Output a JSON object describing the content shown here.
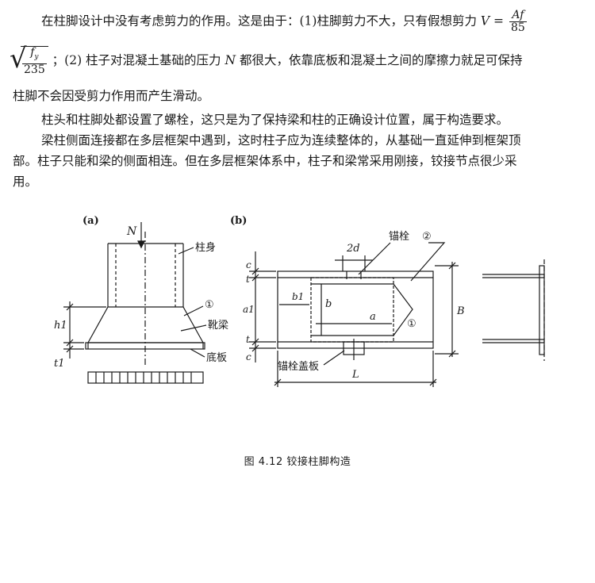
{
  "text": {
    "line1": "在柱脚设计中没有考虑剪力的作用。这是由于：(1)柱脚剪力不大，只有假想剪力",
    "line1_var": "V",
    "line1_eq": "=",
    "frac1_num": "Af",
    "frac1_den": "85",
    "frac2_num": "f",
    "frac2_sub": "y",
    "frac2_den": "235",
    "line2": "；(2) 柱子对混凝土基础的压力",
    "line2_var": "N",
    "line2_rest": "都很大，依靠底板和混凝土之间的摩擦力就足可保持",
    "line3": "柱脚不会因受剪力作用而产生滑动。",
    "para2": "柱头和柱脚处都设置了螺栓，这只是为了保持梁和柱的正确设计位置，属于构造要求。",
    "para3_a": "梁柱侧面连接都在多层框架中遇到，这时柱子应为连续整体的，从基础一直延伸到框架顶",
    "para3_b": "部。柱子只能和梁的侧面相连。但在多层框架体系中，柱子和梁常采用刚接，铰接节点很少采",
    "para3_c": "用。"
  },
  "figure": {
    "label_a": "(a)",
    "label_b": "(b)",
    "a_N": "N",
    "a_column": "柱身",
    "a_circle1": "①",
    "a_shoe_beam": "靴梁",
    "a_base_plate": "底板",
    "a_h1": "h1",
    "a_t1": "t1",
    "b_2d": "2d",
    "b_anchor_bolt": "锚栓",
    "b_circle2": "②",
    "b_t_top": "t",
    "b_c_top": "c",
    "b_b1": "b1",
    "b_b": "b",
    "b_a1": "a1",
    "b_a": "a",
    "b_circle1": "①",
    "b_B": "B",
    "b_t_bot": "t",
    "b_c_bot": "c",
    "b_anchor_cover": "锚栓盖板",
    "b_L": "L"
  },
  "caption": "图 4.12    铰接柱脚构造"
}
